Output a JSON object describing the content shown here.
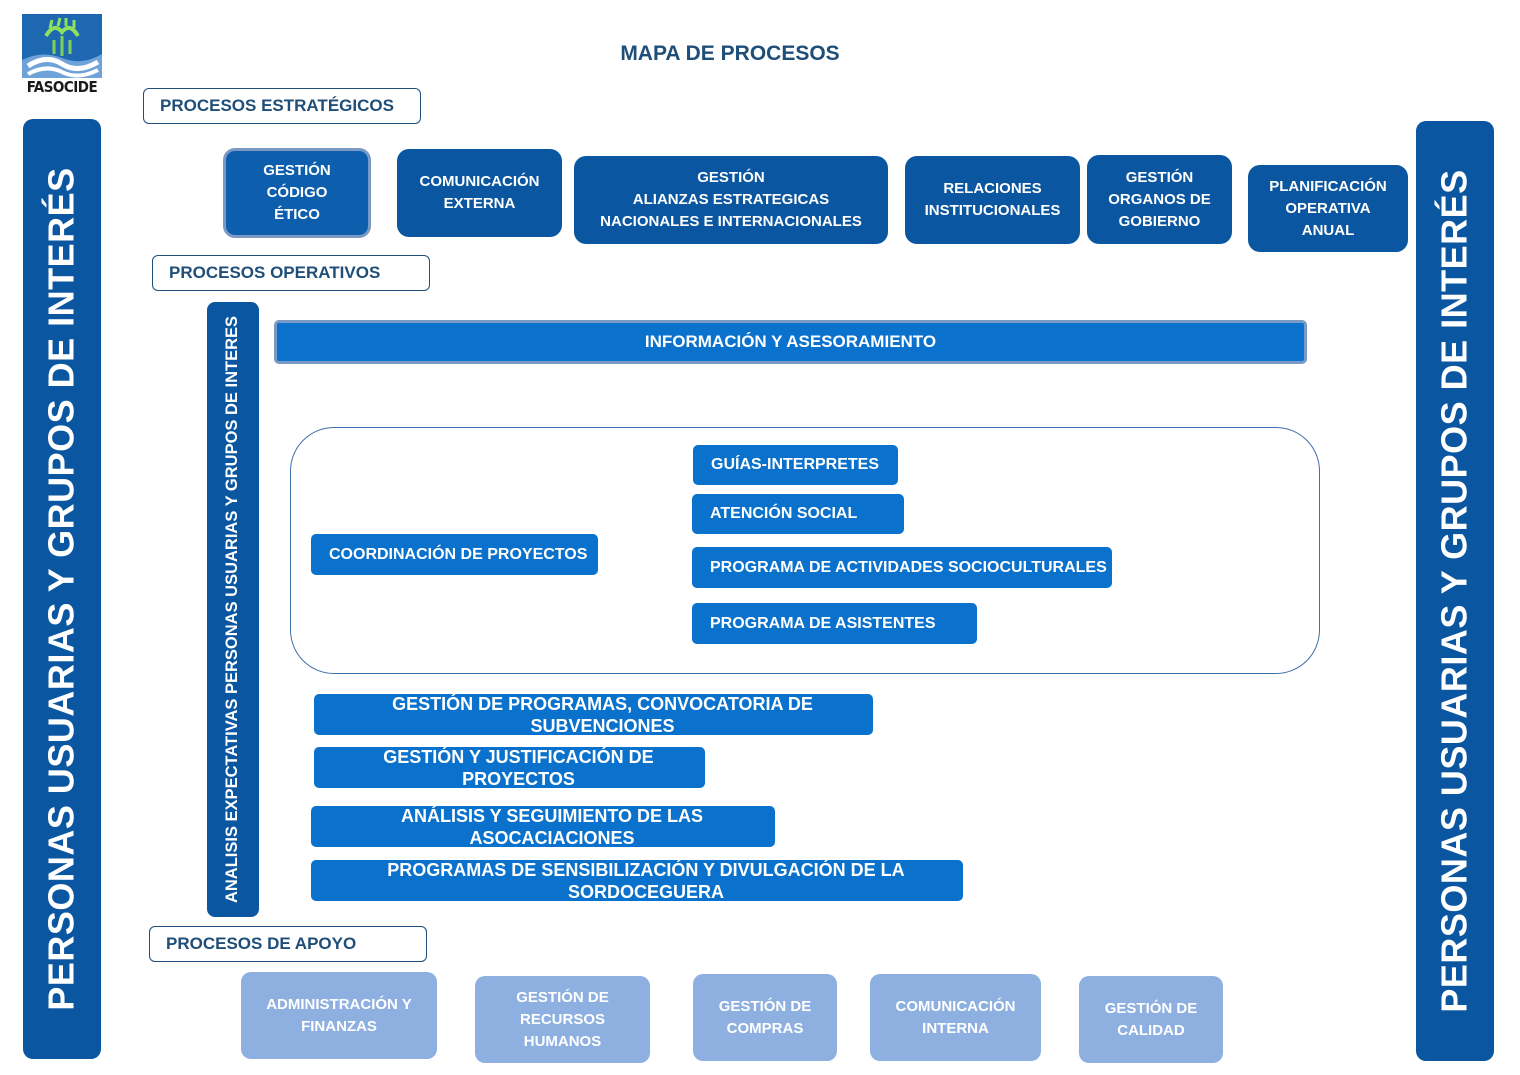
{
  "logo": {
    "text": "FASOCIDE"
  },
  "title": "MAPA DE PROCESOS",
  "sections": {
    "estrategicos": "PROCESOS ESTRATÉGICOS",
    "operativos": "PROCESOS OPERATIVOS",
    "apoyo": "PROCESOS DE APOYO"
  },
  "pillars": {
    "left": "PERSONAS USUARIAS Y GRUPOS DE INTERÉS",
    "right": "PERSONAS USUARIAS Y GRUPOS DE INTERÉS",
    "inner": "ANALISIS EXPECTATIVAS PERSONAS USUARIAS Y GRUPOS DE INTERES"
  },
  "strategic": [
    "GESTIÓN\nCÓDIGO\nÉTICO",
    "COMUNICACIÓN\nEXTERNA",
    "GESTIÓN\nALIANZAS ESTRATEGICAS\nNACIONALES E INTERNACIONALES",
    "RELACIONES\nINSTITUCIONALES",
    "GESTIÓN\nORGANOS DE\nGOBIERNO",
    "PLANIFICACIÓN\nOPERATIVA\nANUAL"
  ],
  "operational": {
    "info": "INFORMACIÓN Y ASESORAMIENTO",
    "coordination": "COORDINACIÓN DE PROYECTOS",
    "sub": [
      "GUÍAS-INTERPRETES",
      "ATENCIÓN SOCIAL",
      "PROGRAMA DE ACTIVIDADES SOCIOCULTURALES",
      "PROGRAMA DE ASISTENTES"
    ],
    "list": [
      "GESTIÓN DE PROGRAMAS, CONVOCATORIA DE SUBVENCIONES",
      "GESTIÓN Y JUSTIFICACIÓN DE PROYECTOS",
      "ANÁLISIS Y SEGUIMIENTO DE LAS ASOCACIACIONES",
      "PROGRAMAS DE SENSIBILIZACIÓN Y DIVULGACIÓN DE LA SORDOCEGUERA"
    ]
  },
  "support": [
    "ADMINISTRACIÓN Y\nFINANZAS",
    "GESTIÓN DE\nRECURSOS\nHUMANOS",
    "GESTIÓN DE\nCOMPRAS",
    "COMUNICACIÓN\nINTERNA",
    "GESTIÓN DE\nCALIDAD"
  ],
  "colors": {
    "strategic": "#0b56a0",
    "operational": "#0a72cc",
    "support": "#8eb0e0",
    "title": "#1f4e79"
  }
}
